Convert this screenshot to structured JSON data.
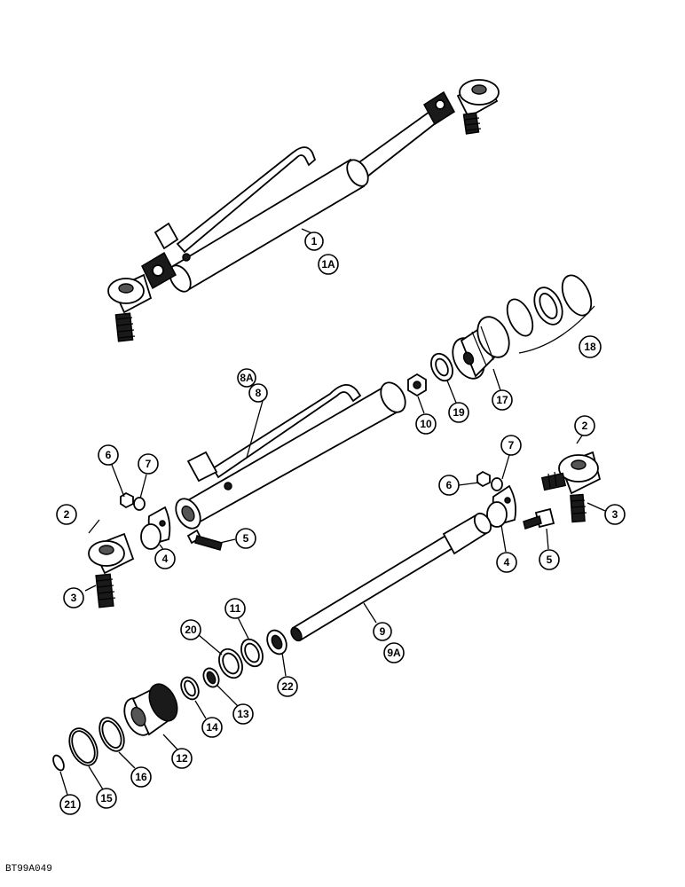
{
  "figure_code": "BT99A049",
  "callouts": [
    {
      "label": "1"
    },
    {
      "label": "1A"
    },
    {
      "label": "2"
    },
    {
      "label": "3"
    },
    {
      "label": "4"
    },
    {
      "label": "5"
    },
    {
      "label": "6"
    },
    {
      "label": "7"
    },
    {
      "label": "8A"
    },
    {
      "label": "8"
    },
    {
      "label": "10"
    },
    {
      "label": "19"
    },
    {
      "label": "17"
    },
    {
      "label": "18"
    },
    {
      "label": "2"
    },
    {
      "label": "7"
    },
    {
      "label": "6"
    },
    {
      "label": "3"
    },
    {
      "label": "4"
    },
    {
      "label": "5"
    },
    {
      "label": "11"
    },
    {
      "label": "20"
    },
    {
      "label": "9"
    },
    {
      "label": "9A"
    },
    {
      "label": "22"
    },
    {
      "label": "13"
    },
    {
      "label": "14"
    },
    {
      "label": "12"
    },
    {
      "label": "16"
    },
    {
      "label": "15"
    },
    {
      "label": "21"
    }
  ]
}
